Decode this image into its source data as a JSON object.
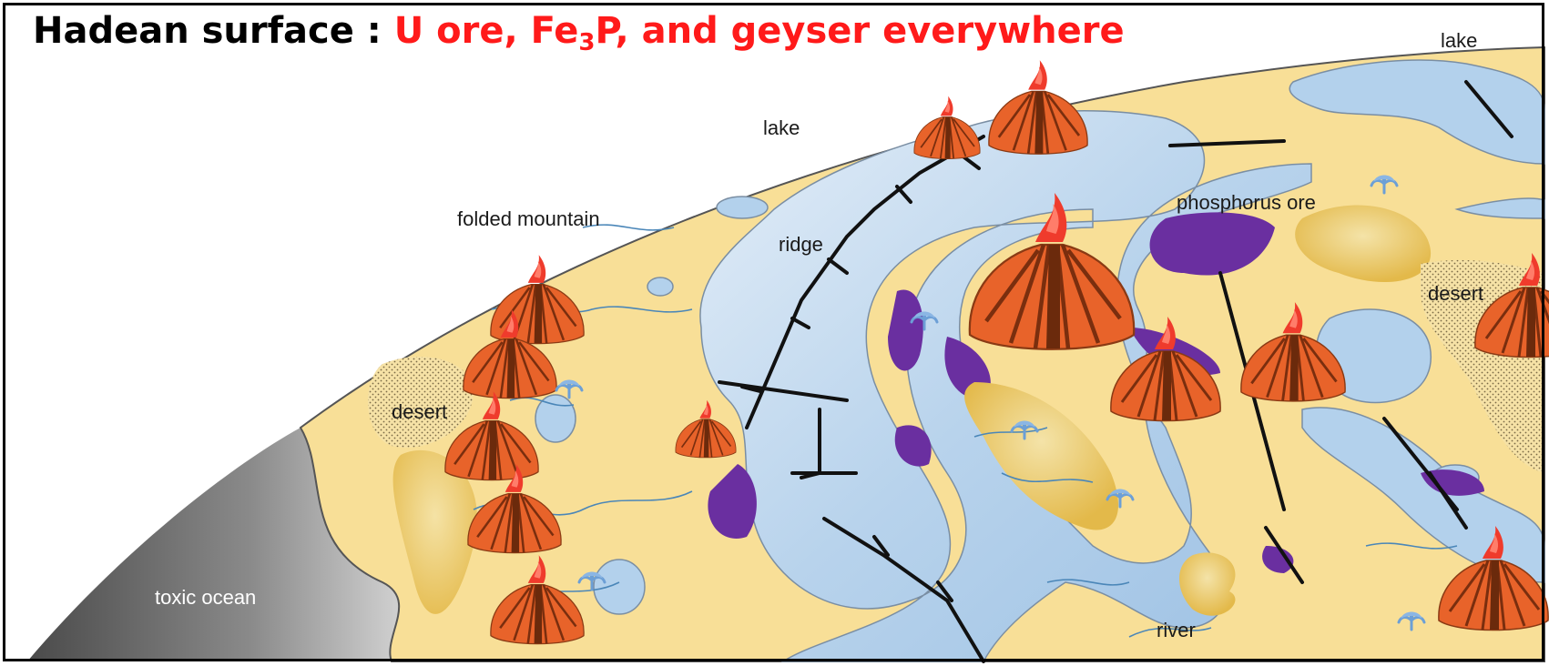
{
  "title": {
    "prefix": "Hadean surface : ",
    "part1": "U ore, Fe",
    "sub": "3",
    "part2": "P,  and geyser everywhere"
  },
  "labels": {
    "lake_top_right": "lake",
    "lake": "lake",
    "folded_mountain": "folded mountain",
    "ridge": "ridge",
    "phosphorus_ore": "phosphorus ore",
    "desert_left": "desert",
    "desert_right": "desert",
    "toxic_ocean": "toxic ocean",
    "river": "river"
  },
  "colors": {
    "title_red": "#ff1a1a",
    "land": "#f8df97",
    "lake": "#b3d1ec",
    "ore": "#6a2fa0",
    "volcano": "#e8632a",
    "ocean": "#707070"
  }
}
